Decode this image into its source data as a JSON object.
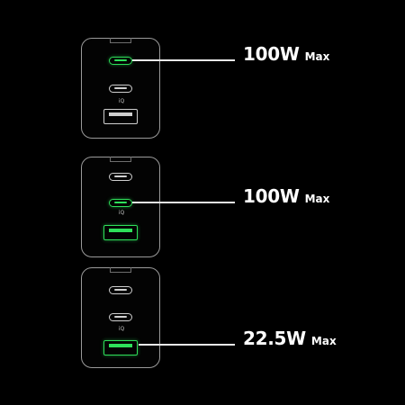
{
  "panels": [
    {
      "watts": "100W",
      "max": "Max",
      "active_ports": [
        "usb-c-1"
      ],
      "brand_mark": "iQ"
    },
    {
      "watts": "100W",
      "max": "Max",
      "active_ports": [
        "usb-c-2",
        "usb-a"
      ],
      "brand_mark": "iQ"
    },
    {
      "watts": "22.5W",
      "max": "Max",
      "active_ports": [
        "usb-a"
      ],
      "brand_mark": "iQ"
    }
  ],
  "colors": {
    "background": "#000000",
    "active_port": "#2ee05a",
    "inactive_port": "#cfcfcf",
    "outline": "#9a9a9a",
    "text": "#ffffff"
  }
}
